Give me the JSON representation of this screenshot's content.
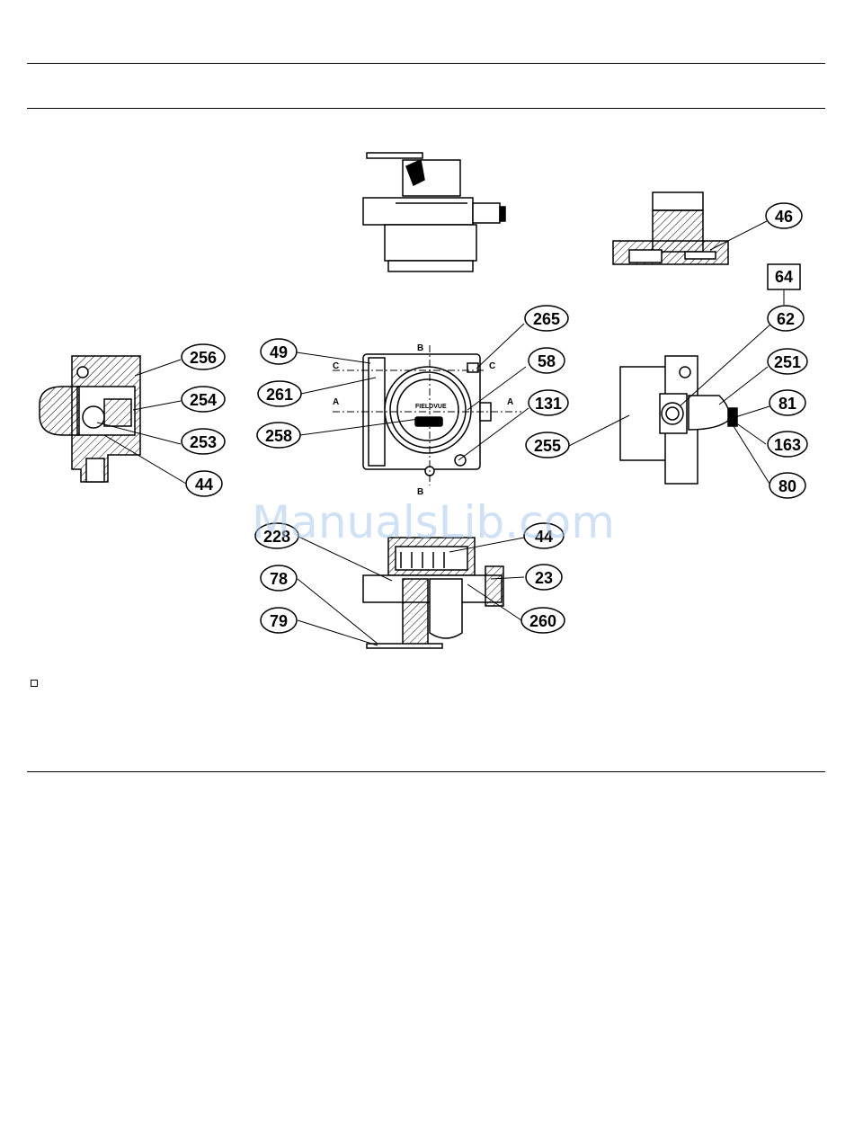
{
  "watermark": "ManualsLib.com",
  "section_marks": {
    "b": "B",
    "c": "C",
    "a": "A"
  },
  "nameplate": {
    "brand": "FIELDVUE"
  },
  "callouts": {
    "c46": "46",
    "c64": "64",
    "c62": "62",
    "c251": "251",
    "c81": "81",
    "c163": "163",
    "c80": "80",
    "c255": "255",
    "c265": "265",
    "c58": "58",
    "c131": "131",
    "c49": "49",
    "c261": "261",
    "c258": "258",
    "c256": "256",
    "c254": "254",
    "c253": "253",
    "c44a": "44",
    "c228": "228",
    "c44b": "44",
    "c23": "23",
    "c260": "260",
    "c78": "78",
    "c79": "79"
  }
}
